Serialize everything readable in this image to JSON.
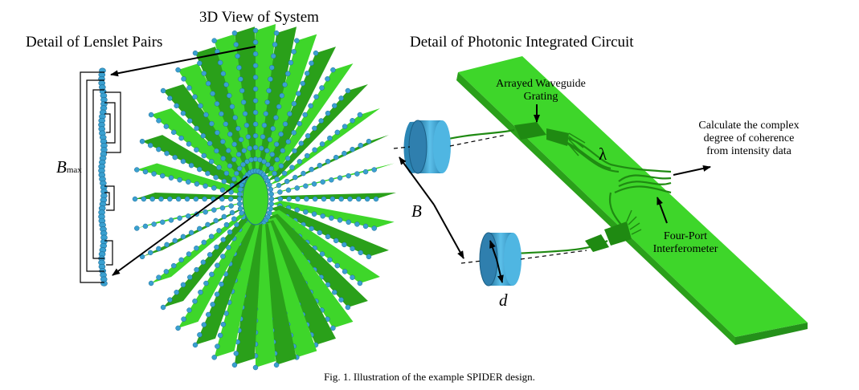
{
  "titles": {
    "lenslet_detail": "Detail of Lenslet Pairs",
    "system_view": "3D View of System",
    "pic_detail": "Detail of Photonic Integrated Circuit"
  },
  "annotations": {
    "awg_line1": "Arrayed Waveguide",
    "awg_line2": "Grating",
    "calc_line1": "Calculate the complex",
    "calc_line2": "degree of coherence",
    "calc_line3": "from intensity data",
    "interf_line1": "Four-Port",
    "interf_line2": "Interferometer"
  },
  "symbols": {
    "bmax_base": "B",
    "bmax_sub": "max",
    "baseline": "B",
    "diameter": "d",
    "wavelength": "λ"
  },
  "caption": "Fig. 1. Illustration of the example SPIDER design.",
  "colors": {
    "plate_green": "#3ed62a",
    "plate_green_dark": "#2aa01a",
    "lens_blue": "#3aa0d0",
    "lens_blue_dark": "#1f6f99"
  }
}
